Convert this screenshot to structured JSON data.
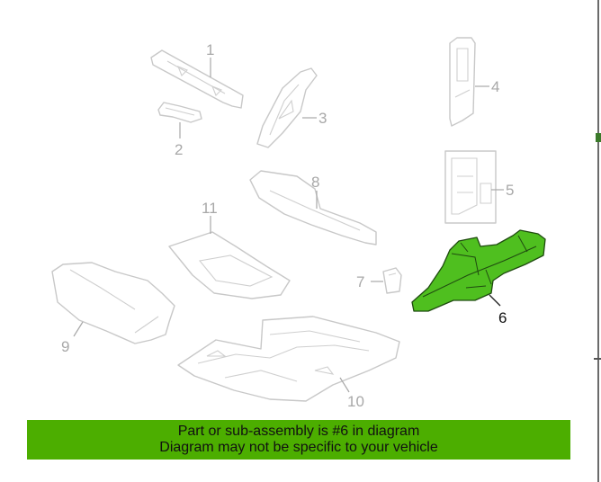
{
  "callouts": {
    "c1": "1",
    "c2": "2",
    "c3": "3",
    "c4": "4",
    "c5": "5",
    "c6": "6",
    "c7": "7",
    "c8": "8",
    "c9": "9",
    "c10": "10",
    "c11": "11"
  },
  "banner": {
    "line1": "Part or sub-assembly is #6 in diagram",
    "line2": "Diagram may not be specific to your vehicle"
  },
  "colors": {
    "highlight": "#4fbf1f",
    "banner": "#4cae00",
    "part_outline": "#c8c8c8"
  }
}
